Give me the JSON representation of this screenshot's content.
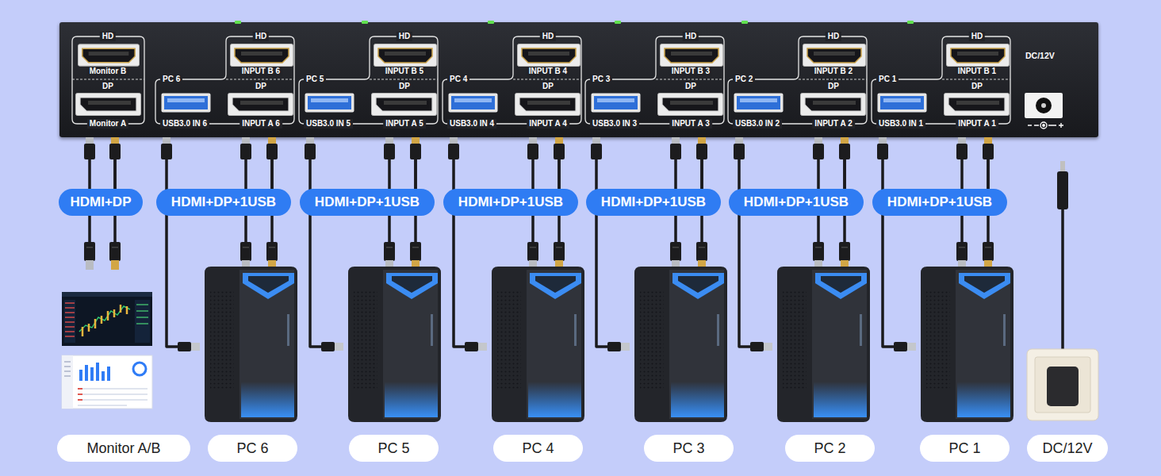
{
  "diagram": {
    "nodes": [
      {
        "text": [
          "DC/12V"
        ]
      },
      {
        "text": [
          "HD",
          "Monitor B",
          "DP",
          "Monitor A"
        ],
        "in": 0
      },
      {
        "text": [
          "PC 6",
          "HD",
          "INPUT B 6",
          "DP",
          "USB3.0 IN 6",
          "INPUT A 6"
        ],
        "in": 0
      },
      {
        "text": [
          "PC 5",
          "HD",
          "INPUT B 5",
          "DP",
          "USB3.0 IN 5",
          "INPUT A 5"
        ],
        "in": 0
      },
      {
        "text": [
          "PC 4",
          "HD",
          "INPUT B 4",
          "DP",
          "USB3.0 IN 4",
          "INPUT A 4"
        ],
        "in": 0
      },
      {
        "text": [
          "PC 3",
          "HD",
          "INPUT B 3",
          "DP",
          "USB3.0 IN 3",
          "INPUT A 3"
        ],
        "in": 0
      },
      {
        "text": [
          "PC 2",
          "HD",
          "INPUT B 2",
          "DP",
          "USB3.0 IN 2",
          "INPUT A 2"
        ],
        "in": 0
      },
      {
        "text": [
          "PC 1",
          "HD",
          "INPUT B 1",
          "DP",
          "USB3.0 IN 1",
          "INPUT A 1"
        ],
        "in": 0
      },
      {
        "text": [
          "HDMI+DP"
        ]
      },
      {
        "text": [
          "HDMI+DP+1USB"
        ]
      },
      {
        "text": [
          "HDMI+DP+1USB"
        ]
      },
      {
        "text": [
          "HDMI+DP+1USB"
        ]
      },
      {
        "text": [
          "HDMI+DP+1USB"
        ]
      },
      {
        "text": [
          "HDMI+DP+1USB"
        ]
      },
      {
        "text": [
          "HDMI+DP+1USB"
        ]
      },
      {
        "text": [
          "Monitor A/B"
        ]
      },
      {
        "text": [
          "PC 6"
        ]
      },
      {
        "text": [
          "PC 5"
        ]
      },
      {
        "text": [
          "PC 4"
        ]
      },
      {
        "text": [
          "PC 3"
        ]
      },
      {
        "text": [
          "PC 2"
        ]
      },
      {
        "text": [
          "PC 1"
        ]
      },
      {
        "text": [
          "DC/12V"
        ]
      }
    ],
    "edges": [
      {
        "from": 1,
        "to": 8,
        "arrow": "none"
      },
      {
        "from": 2,
        "to": 9,
        "arrow": "none"
      },
      {
        "from": 3,
        "to": 10,
        "arrow": "none"
      },
      {
        "from": 4,
        "to": 11,
        "arrow": "none"
      },
      {
        "from": 5,
        "to": 12,
        "arrow": "none"
      },
      {
        "from": 6,
        "to": 13,
        "arrow": "none"
      },
      {
        "from": 7,
        "to": 14,
        "arrow": "none"
      }
    ]
  }
}
